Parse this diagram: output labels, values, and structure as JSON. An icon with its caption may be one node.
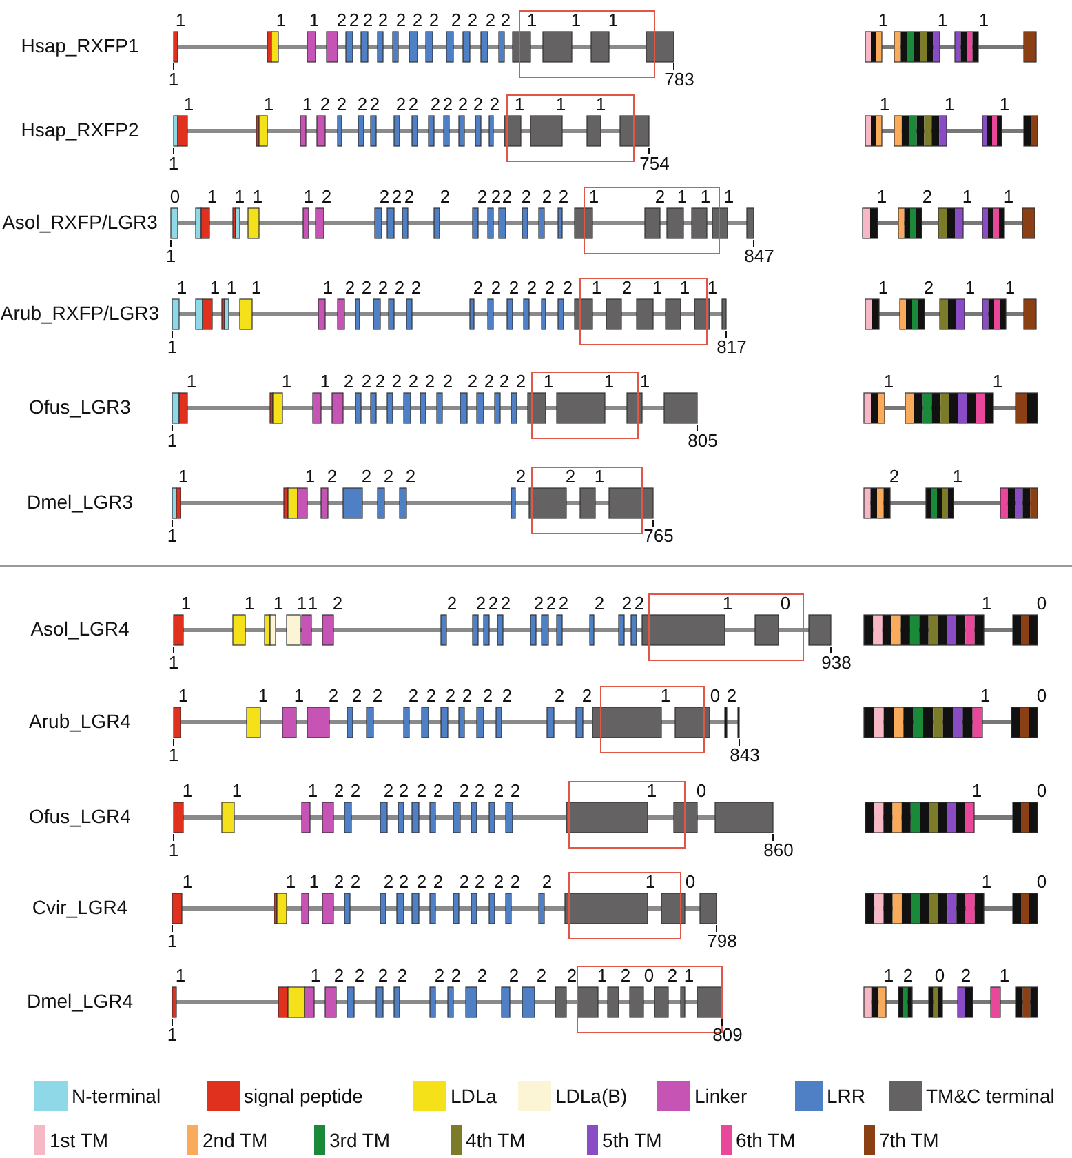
{
  "diagram": {
    "labels": [
      "Hsap_RXFP1",
      "1",
      "1",
      "1",
      "2",
      "2",
      "2",
      "2",
      "2",
      "2",
      "2",
      "2",
      "2",
      "2",
      "2",
      "1",
      "1",
      "1",
      "1",
      "783",
      "1",
      "1",
      "1",
      "Hsap_RXFP2",
      "1",
      "1",
      "1",
      "2",
      "2",
      "2",
      "2",
      "2",
      "2",
      "2",
      "2",
      "2",
      "2",
      "2",
      "1",
      "1",
      "1",
      "1",
      "754",
      "1",
      "1",
      "1",
      "Asol_RXFP/LGR3",
      "0",
      "1",
      "1",
      "1",
      "1",
      "2",
      "2",
      "2",
      "2",
      "2",
      "2",
      "2",
      "2",
      "2",
      "2",
      "2",
      "1",
      "2",
      "1",
      "1",
      "1",
      "1",
      "847",
      "1",
      "2",
      "1",
      "1",
      "Arub_RXFP/LGR3",
      "1",
      "1",
      "1",
      "1",
      "1",
      "2",
      "2",
      "2",
      "2",
      "2",
      "2",
      "2",
      "2",
      "2",
      "2",
      "2",
      "1",
      "2",
      "1",
      "1",
      "1",
      "1",
      "817",
      "1",
      "2",
      "1",
      "1",
      "Ofus_LGR3",
      "1",
      "1",
      "1",
      "2",
      "2",
      "2",
      "2",
      "2",
      "2",
      "2",
      "2",
      "2",
      "2",
      "2",
      "1",
      "1",
      "1",
      "1",
      "805",
      "1",
      "1",
      "Dmel_LGR3",
      "1",
      "1",
      "2",
      "2",
      "2",
      "2",
      "2",
      "2",
      "1",
      "1",
      "765",
      "2",
      "1",
      "Asol_LGR4",
      "1",
      "1",
      "1",
      "1",
      "1",
      "2",
      "2",
      "2",
      "2",
      "2",
      "2",
      "2",
      "2",
      "2",
      "2",
      "2",
      "1",
      "0",
      "1",
      "938",
      "1",
      "0",
      "Arub_LGR4",
      "1",
      "1",
      "1",
      "2",
      "2",
      "2",
      "2",
      "2",
      "2",
      "2",
      "2",
      "2",
      "2",
      "2",
      "1",
      "0",
      "2",
      "1",
      "843",
      "1",
      "0",
      "Ofus_LGR4",
      "1",
      "1",
      "1",
      "2",
      "2",
      "2",
      "2",
      "2",
      "2",
      "2",
      "2",
      "2",
      "2",
      "1",
      "0",
      "1",
      "860",
      "1",
      "0",
      "Cvir_LGR4",
      "1",
      "1",
      "1",
      "2",
      "2",
      "2",
      "2",
      "2",
      "2",
      "2",
      "2",
      "2",
      "2",
      "2",
      "1",
      "0",
      "1",
      "798",
      "1",
      "0",
      "Dmel_LGR4",
      "1",
      "1",
      "2",
      "2",
      "2",
      "2",
      "2",
      "2",
      "2",
      "2",
      "2",
      "2",
      "1",
      "2",
      "0",
      "2",
      "1",
      "1",
      "809",
      "1",
      "2",
      "0",
      "2",
      "1"
    ],
    "legend": [
      {
        "text": "N-terminal",
        "color": "#8fd8e8"
      },
      {
        "text": "signal peptide",
        "color": "#e0301e"
      },
      {
        "text": "LDLa",
        "color": "#f5e11a"
      },
      {
        "text": "LDLa(B)",
        "color": "#fbf5d5"
      },
      {
        "text": "Linker",
        "color": "#c654b5"
      },
      {
        "text": "LRR",
        "color": "#4f7fc4"
      },
      {
        "text": "TM&C terminal",
        "color": "#646262"
      },
      {
        "text": "1st TM",
        "color": "#f7b8c6"
      },
      {
        "text": "2nd TM",
        "color": "#f9aa5a"
      },
      {
        "text": "3rd TM",
        "color": "#1a8a3a"
      },
      {
        "text": "4th TM",
        "color": "#7b7b2a"
      },
      {
        "text": "5th TM",
        "color": "#8a4cc4"
      },
      {
        "text": "6th TM",
        "color": "#e8479a"
      },
      {
        "text": "7th TM",
        "color": "#8a3f14"
      }
    ]
  }
}
